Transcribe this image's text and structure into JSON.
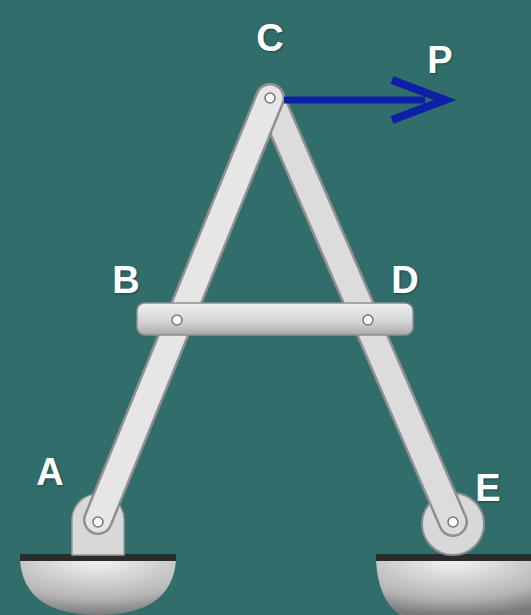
{
  "diagram": {
    "labels": [
      "C",
      "P",
      "B",
      "D",
      "A",
      "E"
    ]
  }
}
